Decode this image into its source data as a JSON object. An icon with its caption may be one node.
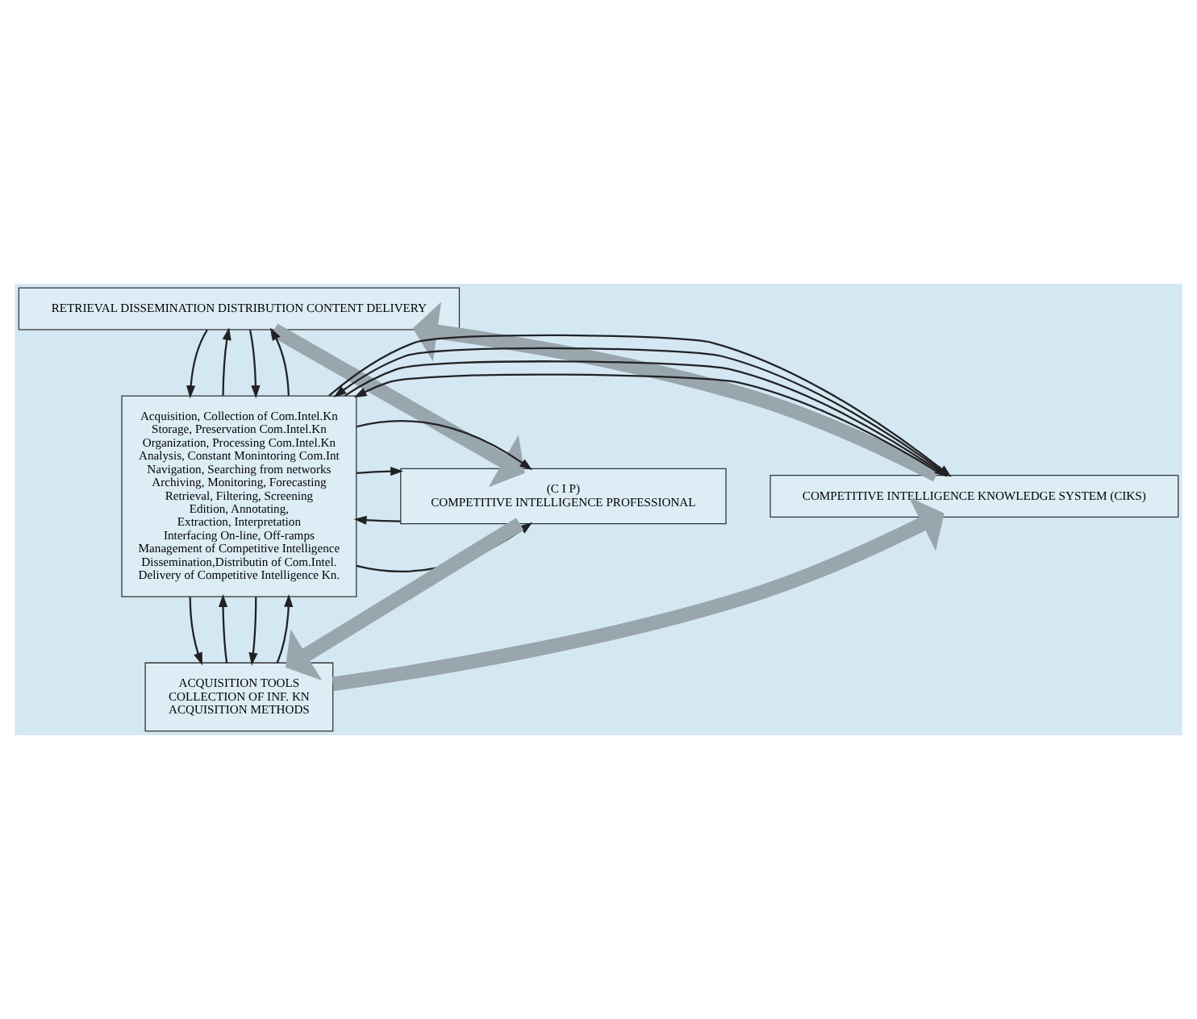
{
  "diagram": {
    "nodes": [
      {
        "text": [
          "RETRIEVAL DISSEMINATION DISTRIBUTION CONTENT DELIVERY"
        ]
      },
      {
        "text": [
          "COMPETITIVE INTELLIGENCE KNOWLEDGE SYSTEM (CIKS)"
        ]
      },
      {
        "text": [
          "Acquisition, Collection of Com.Intel.Kn",
          "Storage, Preservation Com.Intel.Kn",
          "Organization, Processing Com.Intel.Kn",
          "Analysis, Constant Monintoring Com.Int",
          "Navigation, Searching from networks",
          "Archiving, Monitoring, Forecasting",
          "Retrieval, Filtering, Screening",
          "Edition, Annotating,",
          "Extraction, Interpretation",
          "Interfacing On-line, Off-ramps",
          "Management of Competitive Intelligence",
          "Dissemination,Distributin of Com.Intel.",
          "Delivery of Competitive Intelligence Kn."
        ]
      },
      {
        "text": [
          "(C I P)",
          "COMPETITIVE INTELLIGENCE PROFESSIONAL"
        ]
      },
      {
        "text": [
          "ACQUISITION TOOLS",
          "COLLECTION OF INF. KN",
          "ACQUISITION METHODS"
        ]
      }
    ],
    "edges": [
      {
        "from": 0,
        "to": 2,
        "arrow": "to"
      },
      {
        "from": 2,
        "to": 0,
        "arrow": "to"
      },
      {
        "from": 0,
        "to": 2,
        "arrow": "to"
      },
      {
        "from": 2,
        "to": 0,
        "arrow": "to"
      },
      {
        "from": 1,
        "to": 2,
        "arrow": "to"
      },
      {
        "from": 2,
        "to": 1,
        "arrow": "to"
      },
      {
        "from": 1,
        "to": 2,
        "arrow": "to"
      },
      {
        "from": 2,
        "to": 1,
        "arrow": "to"
      },
      {
        "from": 2,
        "to": 3,
        "arrow": "to"
      },
      {
        "from": 3,
        "to": 2,
        "arrow": "to"
      },
      {
        "from": 2,
        "to": 3,
        "arrow": "to"
      },
      {
        "from": 2,
        "to": 3,
        "arrow": "to"
      },
      {
        "from": 2,
        "to": 4,
        "arrow": "to"
      },
      {
        "from": 4,
        "to": 2,
        "arrow": "to"
      },
      {
        "from": 2,
        "to": 4,
        "arrow": "to"
      },
      {
        "from": 4,
        "to": 2,
        "arrow": "to"
      },
      {
        "from": 1,
        "to": 0,
        "arrow": "to",
        "style": "thick",
        "color": "#9aa6ae"
      },
      {
        "from": 0,
        "to": 3,
        "arrow": "to",
        "style": "thick",
        "color": "#9aa6ae"
      },
      {
        "from": 3,
        "to": 4,
        "arrow": "to",
        "style": "thick",
        "color": "#9aa6ae"
      },
      {
        "from": 4,
        "to": 1,
        "arrow": "to",
        "style": "thick",
        "color": "#9aa6ae"
      }
    ]
  }
}
